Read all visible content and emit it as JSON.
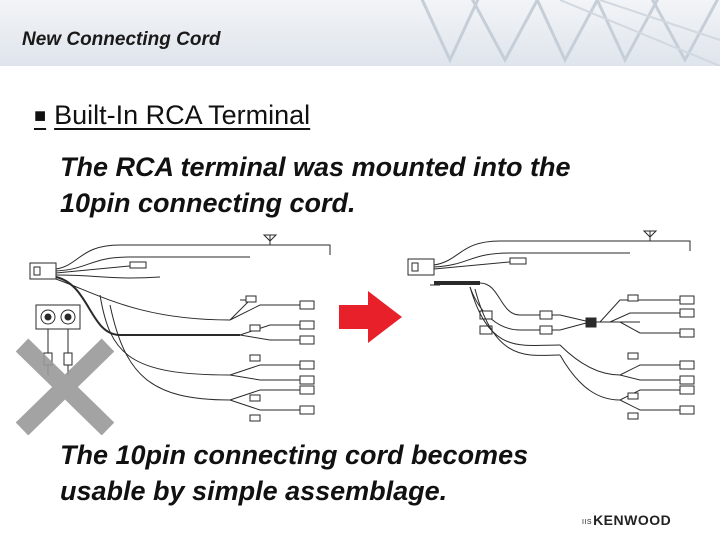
{
  "header": {
    "title": "New Connecting Cord"
  },
  "section": {
    "bullet": "■",
    "heading": "Built-In RCA Terminal"
  },
  "text": {
    "line1": "The RCA terminal was mounted into the",
    "line2": "10pin connecting cord.",
    "line3": "The 10pin connecting cord becomes",
    "line4": "usable by simple assemblage."
  },
  "logo": {
    "prefix": "IIS",
    "brand": "KENWOOD"
  },
  "colors": {
    "arrow": "#e8202a",
    "cross": "#9a9a9a",
    "header": "#e3e8ee",
    "wire": "#2a2a2a"
  }
}
